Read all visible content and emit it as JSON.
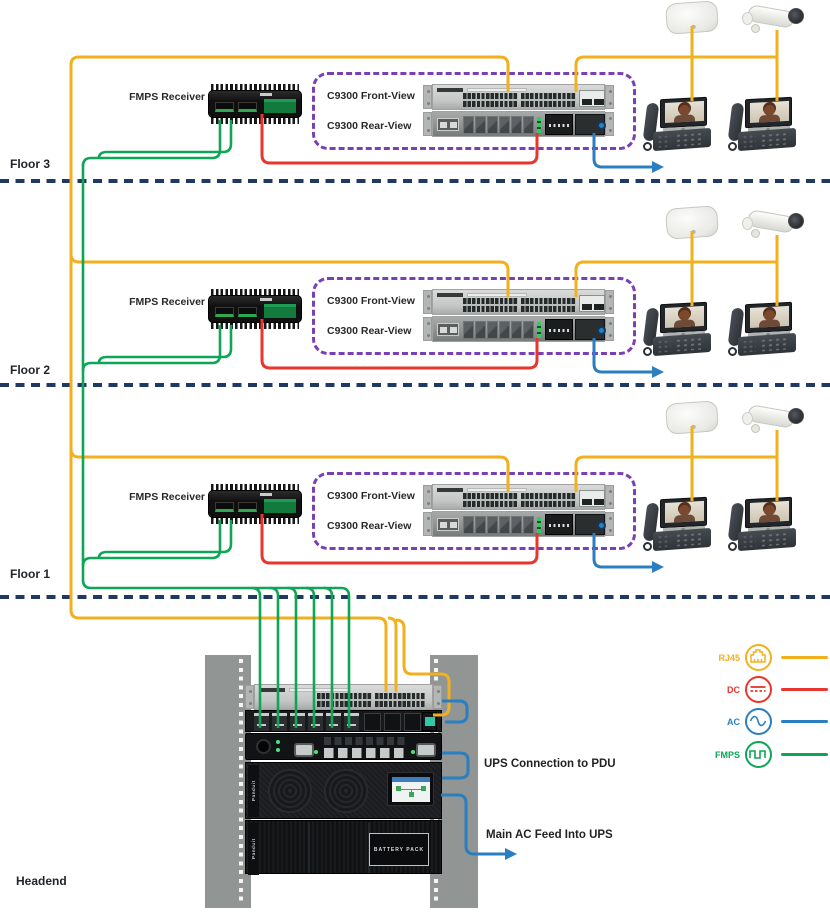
{
  "floors": [
    {
      "label": "Floor 3",
      "receiver": "FMPS Receiver",
      "front": "C9300 Front-View",
      "rear": "C9300 Rear-View"
    },
    {
      "label": "Floor 2",
      "receiver": "FMPS Receiver",
      "front": "C9300 Front-View",
      "rear": "C9300 Rear-View"
    },
    {
      "label": "Floor 1",
      "receiver": "FMPS Receiver",
      "front": "C9300 Front-View",
      "rear": "C9300 Rear-View"
    }
  ],
  "headend": {
    "label": "Headend",
    "annotations": {
      "ups_to_pdu": "UPS Connection to PDU",
      "ac_feed": "Main AC Feed Into UPS"
    },
    "rack": {
      "ups_brand": "Panduit",
      "battery_brand": "Panduit",
      "battery_label": "BATTERY PACK"
    }
  },
  "legend": {
    "items": [
      {
        "label": "RJ45",
        "color": "#F2B01E",
        "icon": "rj45-icon"
      },
      {
        "label": "DC",
        "color": "#E8352D",
        "icon": "dc-icon"
      },
      {
        "label": "AC",
        "color": "#2B7FC0",
        "icon": "ac-icon"
      },
      {
        "label": "FMPS",
        "color": "#0EA557",
        "icon": "fmps-icon"
      }
    ]
  },
  "colors": {
    "rj45": "#F2B01E",
    "dc": "#E8352D",
    "ac": "#2B7FC0",
    "fmps": "#0EA557",
    "floor_divider": "#1F3864",
    "c9300_box": "#7B3FB5"
  }
}
